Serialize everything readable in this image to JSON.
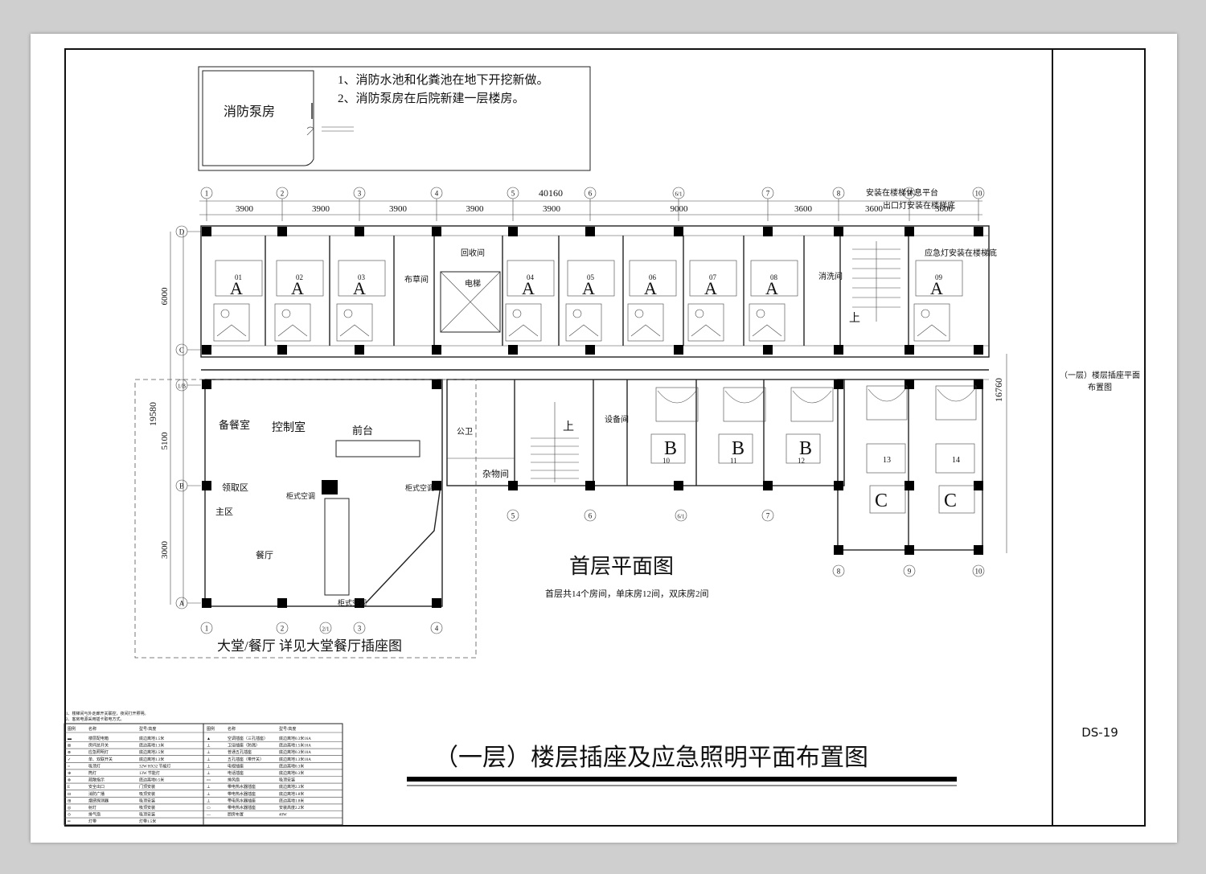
{
  "pump_room": {
    "label": "消防泵房",
    "notes": [
      "1、消防水池和化粪池在地下开挖新做。",
      "2、消防泵房在后院新建一层楼房。"
    ]
  },
  "grid": {
    "top_axes": [
      "1",
      "2",
      "3",
      "4",
      "5",
      "6",
      "6/1",
      "7",
      "8",
      "9",
      "10"
    ],
    "total_dim": "40160",
    "spans": [
      "3900",
      "3900",
      "3900",
      "3900",
      "3900",
      "9000",
      "3600",
      "3600",
      "3600"
    ],
    "left_axes": [
      "D",
      "C",
      "1/B",
      "B",
      "A"
    ],
    "left_dims": [
      "6000",
      "5100",
      "3000"
    ],
    "left_total": "19580",
    "right_total": "16760",
    "bottom_axes_a": [
      "1",
      "2",
      "2/1",
      "3",
      "4"
    ],
    "bottom_axes_b": [
      "5",
      "6",
      "6/1",
      "7"
    ],
    "bottom_axes_c": [
      "8",
      "9",
      "10"
    ]
  },
  "rooms": {
    "guest_a": [
      {
        "num": "01",
        "type": "A"
      },
      {
        "num": "02",
        "type": "A"
      },
      {
        "num": "03",
        "type": "A"
      },
      {
        "num": "04",
        "type": "A"
      },
      {
        "num": "05",
        "type": "A"
      },
      {
        "num": "06",
        "type": "A"
      },
      {
        "num": "07",
        "type": "A"
      },
      {
        "num": "08",
        "type": "A"
      },
      {
        "num": "09",
        "type": "A"
      }
    ],
    "guest_b": [
      {
        "num": "10",
        "type": "B"
      },
      {
        "num": "11",
        "type": "B"
      },
      {
        "num": "12",
        "type": "B"
      }
    ],
    "guest_c": [
      {
        "num": "13",
        "type": "C"
      },
      {
        "num": "14",
        "type": "C"
      }
    ],
    "linen": "布草间",
    "recycle": "回收间",
    "elevator": "电梯",
    "wash": "消洗间",
    "stair_up": "上",
    "device": "设备间",
    "sundry": "杂物间",
    "toilet": "公卫",
    "standby_meal": "备餐室",
    "control": "控制室",
    "front_desk": "前台",
    "pickup": "领取区",
    "main_area": "主区",
    "restaurant": "餐厅",
    "ac_cabinet": "柜式空调"
  },
  "annotations": {
    "stair_platform": "安装在楼梯休息平台",
    "exit_light": "出口灯安装在楼梯底",
    "emergency_light": "应急灯安装在楼梯底",
    "lobby_note": "大堂/餐厅  详见大堂餐厅插座图"
  },
  "plan": {
    "title": "首层平面图",
    "subtitle": "首层共14个房间，单床房12间，双床房2间"
  },
  "legend_notes": [
    "1、楼梯间与外走廊开关联控，夜间打开照明。",
    "2、客房电源采用插卡取电方式。"
  ],
  "legend_headers": [
    "图例",
    "名称",
    "型号/高度",
    "图例",
    "名称",
    "型号/高度"
  ],
  "legend_rows": [
    [
      "▬",
      "楼层配电箱",
      "底边离地1.5米",
      "▲",
      "空调插座（三孔插座）",
      "底边离地0.3米16A"
    ],
    [
      "⊠",
      "房间总开关",
      "底边离地1.3米",
      "⊥",
      "卫浴插座（防溅）",
      "底边离地1.5米10A"
    ],
    [
      "⊗",
      "应急照明灯",
      "底边离地2.5米",
      "⊥",
      "普通五孔插座",
      "底边离地0.3米10A"
    ],
    [
      "✓",
      "单、双联开关",
      "底边离地1.3米",
      "⊥",
      "五孔插座（带开关）",
      "底边离地1.3米10A"
    ],
    [
      "○",
      "吸顶灯",
      "32W HX32 节能灯",
      "⊥",
      "电视插座",
      "底边离地0.3米"
    ],
    [
      "⊕",
      "筒灯",
      "13W 节能灯",
      "⊥",
      "电话插座",
      "底边离地0.3米"
    ],
    [
      "⊗",
      "疏散指示",
      "底边离地0.5米",
      "▭",
      "排风扇",
      "吸顶安装"
    ],
    [
      "E",
      "安全出口",
      "门顶安装",
      "⊥",
      "带电热水器插座",
      "底边离地2.3米"
    ],
    [
      "⊡",
      "消防广播",
      "吸顶安装",
      "⊥",
      "带电热水器插座",
      "底边离地1.8米"
    ],
    [
      "⊞",
      "烟感探测器",
      "吸顶安装",
      "⊥",
      "带电热水器插座",
      "底边离地1.8米"
    ],
    [
      "◎",
      "射灯",
      "吸顶安装",
      "▭",
      "带电热水器插座",
      "安装高度2.2米"
    ],
    [
      "⊙",
      "排气扇",
      "吸顶安装",
      "—",
      "厨房布置",
      "40W"
    ],
    [
      "═",
      "灯带",
      "灯带1.5米",
      "",
      "",
      " "
    ]
  ],
  "drawing_title": "（一层）楼层插座及应急照明平面布置图",
  "title_block": {
    "name": "（一层）楼层插座平面布置图",
    "number": "DS-19"
  },
  "colors": {
    "paper": "#ffffff",
    "ink": "#111111",
    "background": "#cfcfcf"
  }
}
